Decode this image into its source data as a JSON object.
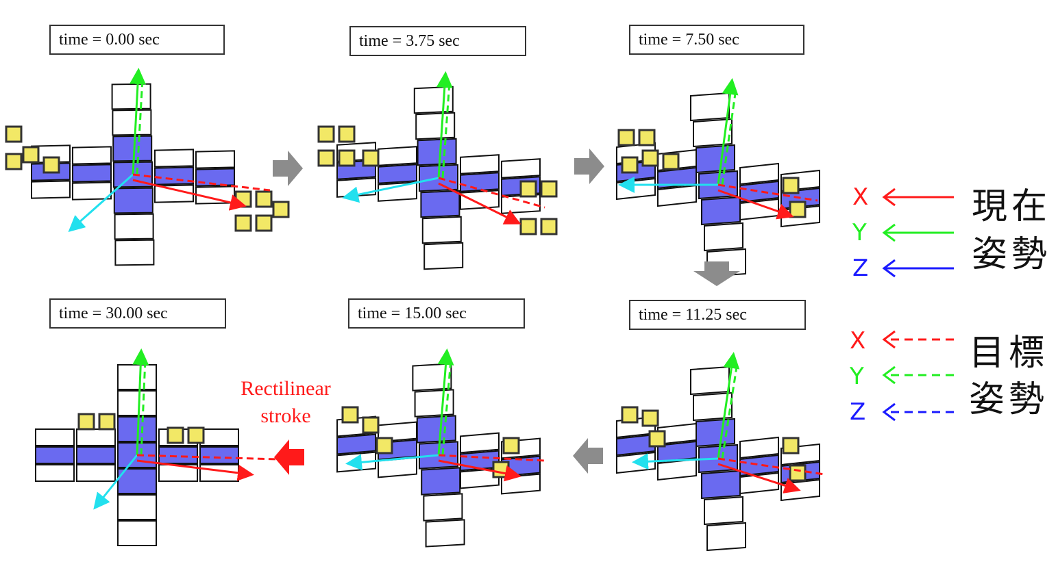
{
  "frames": [
    {
      "time_label": "time = 0.00 sec"
    },
    {
      "time_label": "time = 3.75 sec"
    },
    {
      "time_label": "time = 7.50 sec"
    },
    {
      "time_label": "time = 11.25 sec"
    },
    {
      "time_label": "time = 15.00 sec"
    },
    {
      "time_label": "time = 30.00 sec"
    }
  ],
  "caption": {
    "line1": "Rectilinear",
    "line2": "stroke"
  },
  "legend": {
    "current": {
      "title_line1": "現在",
      "title_line2": "姿勢",
      "axes": [
        "X",
        "Y",
        "Z"
      ]
    },
    "target": {
      "title_line1": "目標",
      "title_line2": "姿勢",
      "axes": [
        "X",
        "Y",
        "Z"
      ]
    }
  },
  "colors": {
    "x_axis": "#ff1a1a",
    "y_axis": "#22ee22",
    "z_axis": "#1a1aff",
    "flow_arrow": "#8c8c8c",
    "panel_fill": "#6a6af0",
    "solar_cell": "#f2e866",
    "beam": "#22e0ee"
  }
}
